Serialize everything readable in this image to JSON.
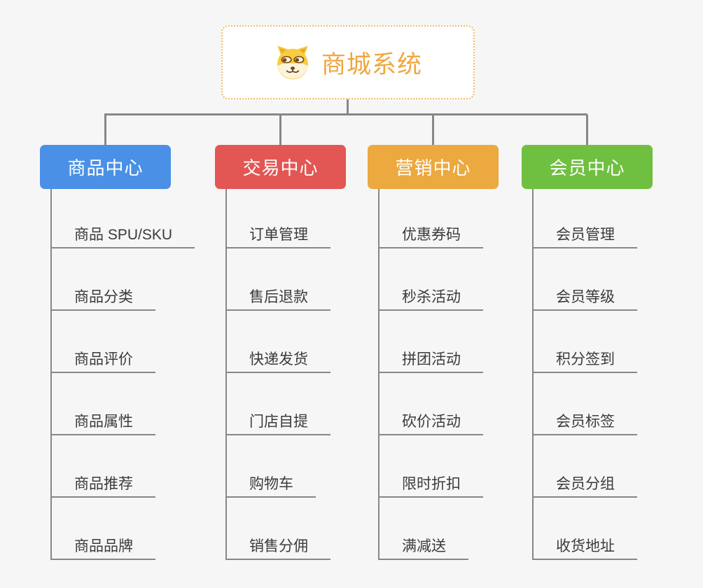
{
  "canvas": {
    "background": "#F6F6F6",
    "connector_color": "#878787"
  },
  "root": {
    "label": "商城系统",
    "icon": "doge-icon",
    "text_color": "#F0A73F",
    "border_color": "#F3BC66",
    "background": "#FFFFFF"
  },
  "branches": [
    {
      "label": "商品中心",
      "color": "#4A90E6",
      "items": [
        "商品 SPU/SKU",
        "商品分类",
        "商品评价",
        "商品属性",
        "商品推荐",
        "商品品牌"
      ]
    },
    {
      "label": "交易中心",
      "color": "#E25754",
      "items": [
        "订单管理",
        "售后退款",
        "快递发货",
        "门店自提",
        "购物车",
        "销售分佣"
      ]
    },
    {
      "label": "营销中心",
      "color": "#EBA93F",
      "items": [
        "优惠券码",
        "秒杀活动",
        "拼团活动",
        "砍价活动",
        "限时折扣",
        "满减送"
      ]
    },
    {
      "label": "会员中心",
      "color": "#6FC040",
      "items": [
        "会员管理",
        "会员等级",
        "积分签到",
        "会员标签",
        "会员分组",
        "收货地址"
      ]
    }
  ],
  "leaf_text_color": "#3B3B3B"
}
